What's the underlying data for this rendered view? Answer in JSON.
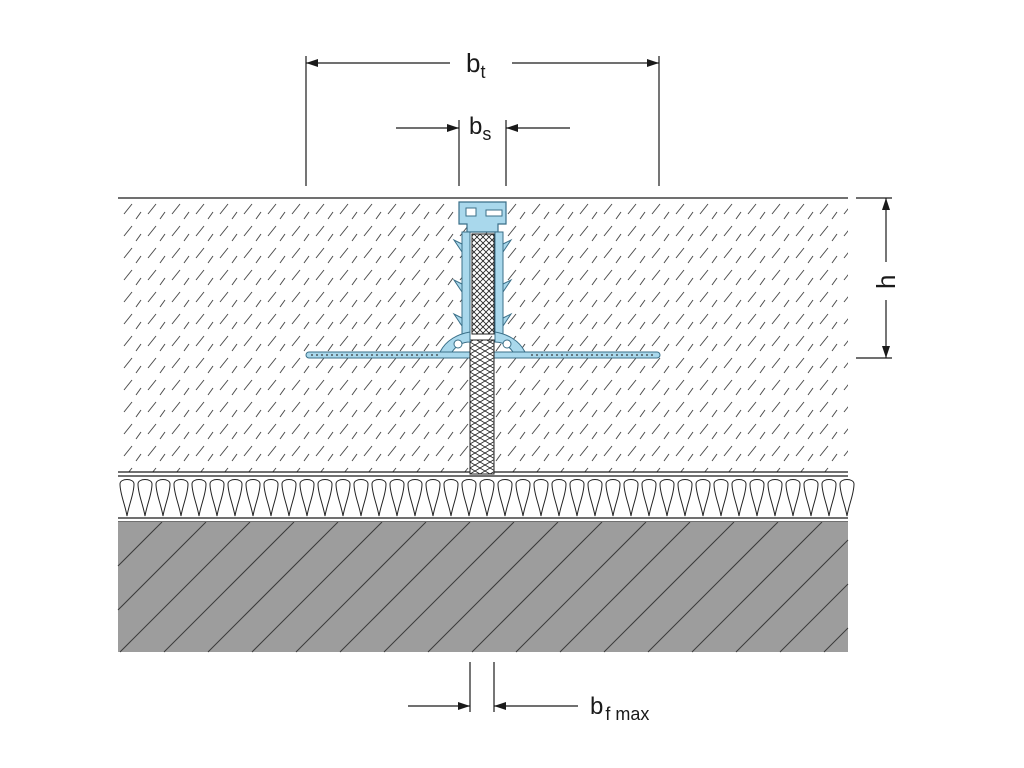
{
  "dimensions": {
    "bt": {
      "main": "b",
      "sub": "t"
    },
    "bs": {
      "main": "b",
      "sub": "s"
    },
    "h": {
      "label": "h"
    },
    "bf": {
      "main": "b",
      "sub": "f max"
    }
  },
  "colors": {
    "profile_fill": "#a9d8ec",
    "profile_stroke": "#3a6f88",
    "screed_bg": "#ffffff",
    "screed_hatch": "#4a4a4a",
    "concrete_fill": "#9d9d9d",
    "concrete_hatch": "#3a3a3a",
    "line": "#1a1a1a"
  }
}
